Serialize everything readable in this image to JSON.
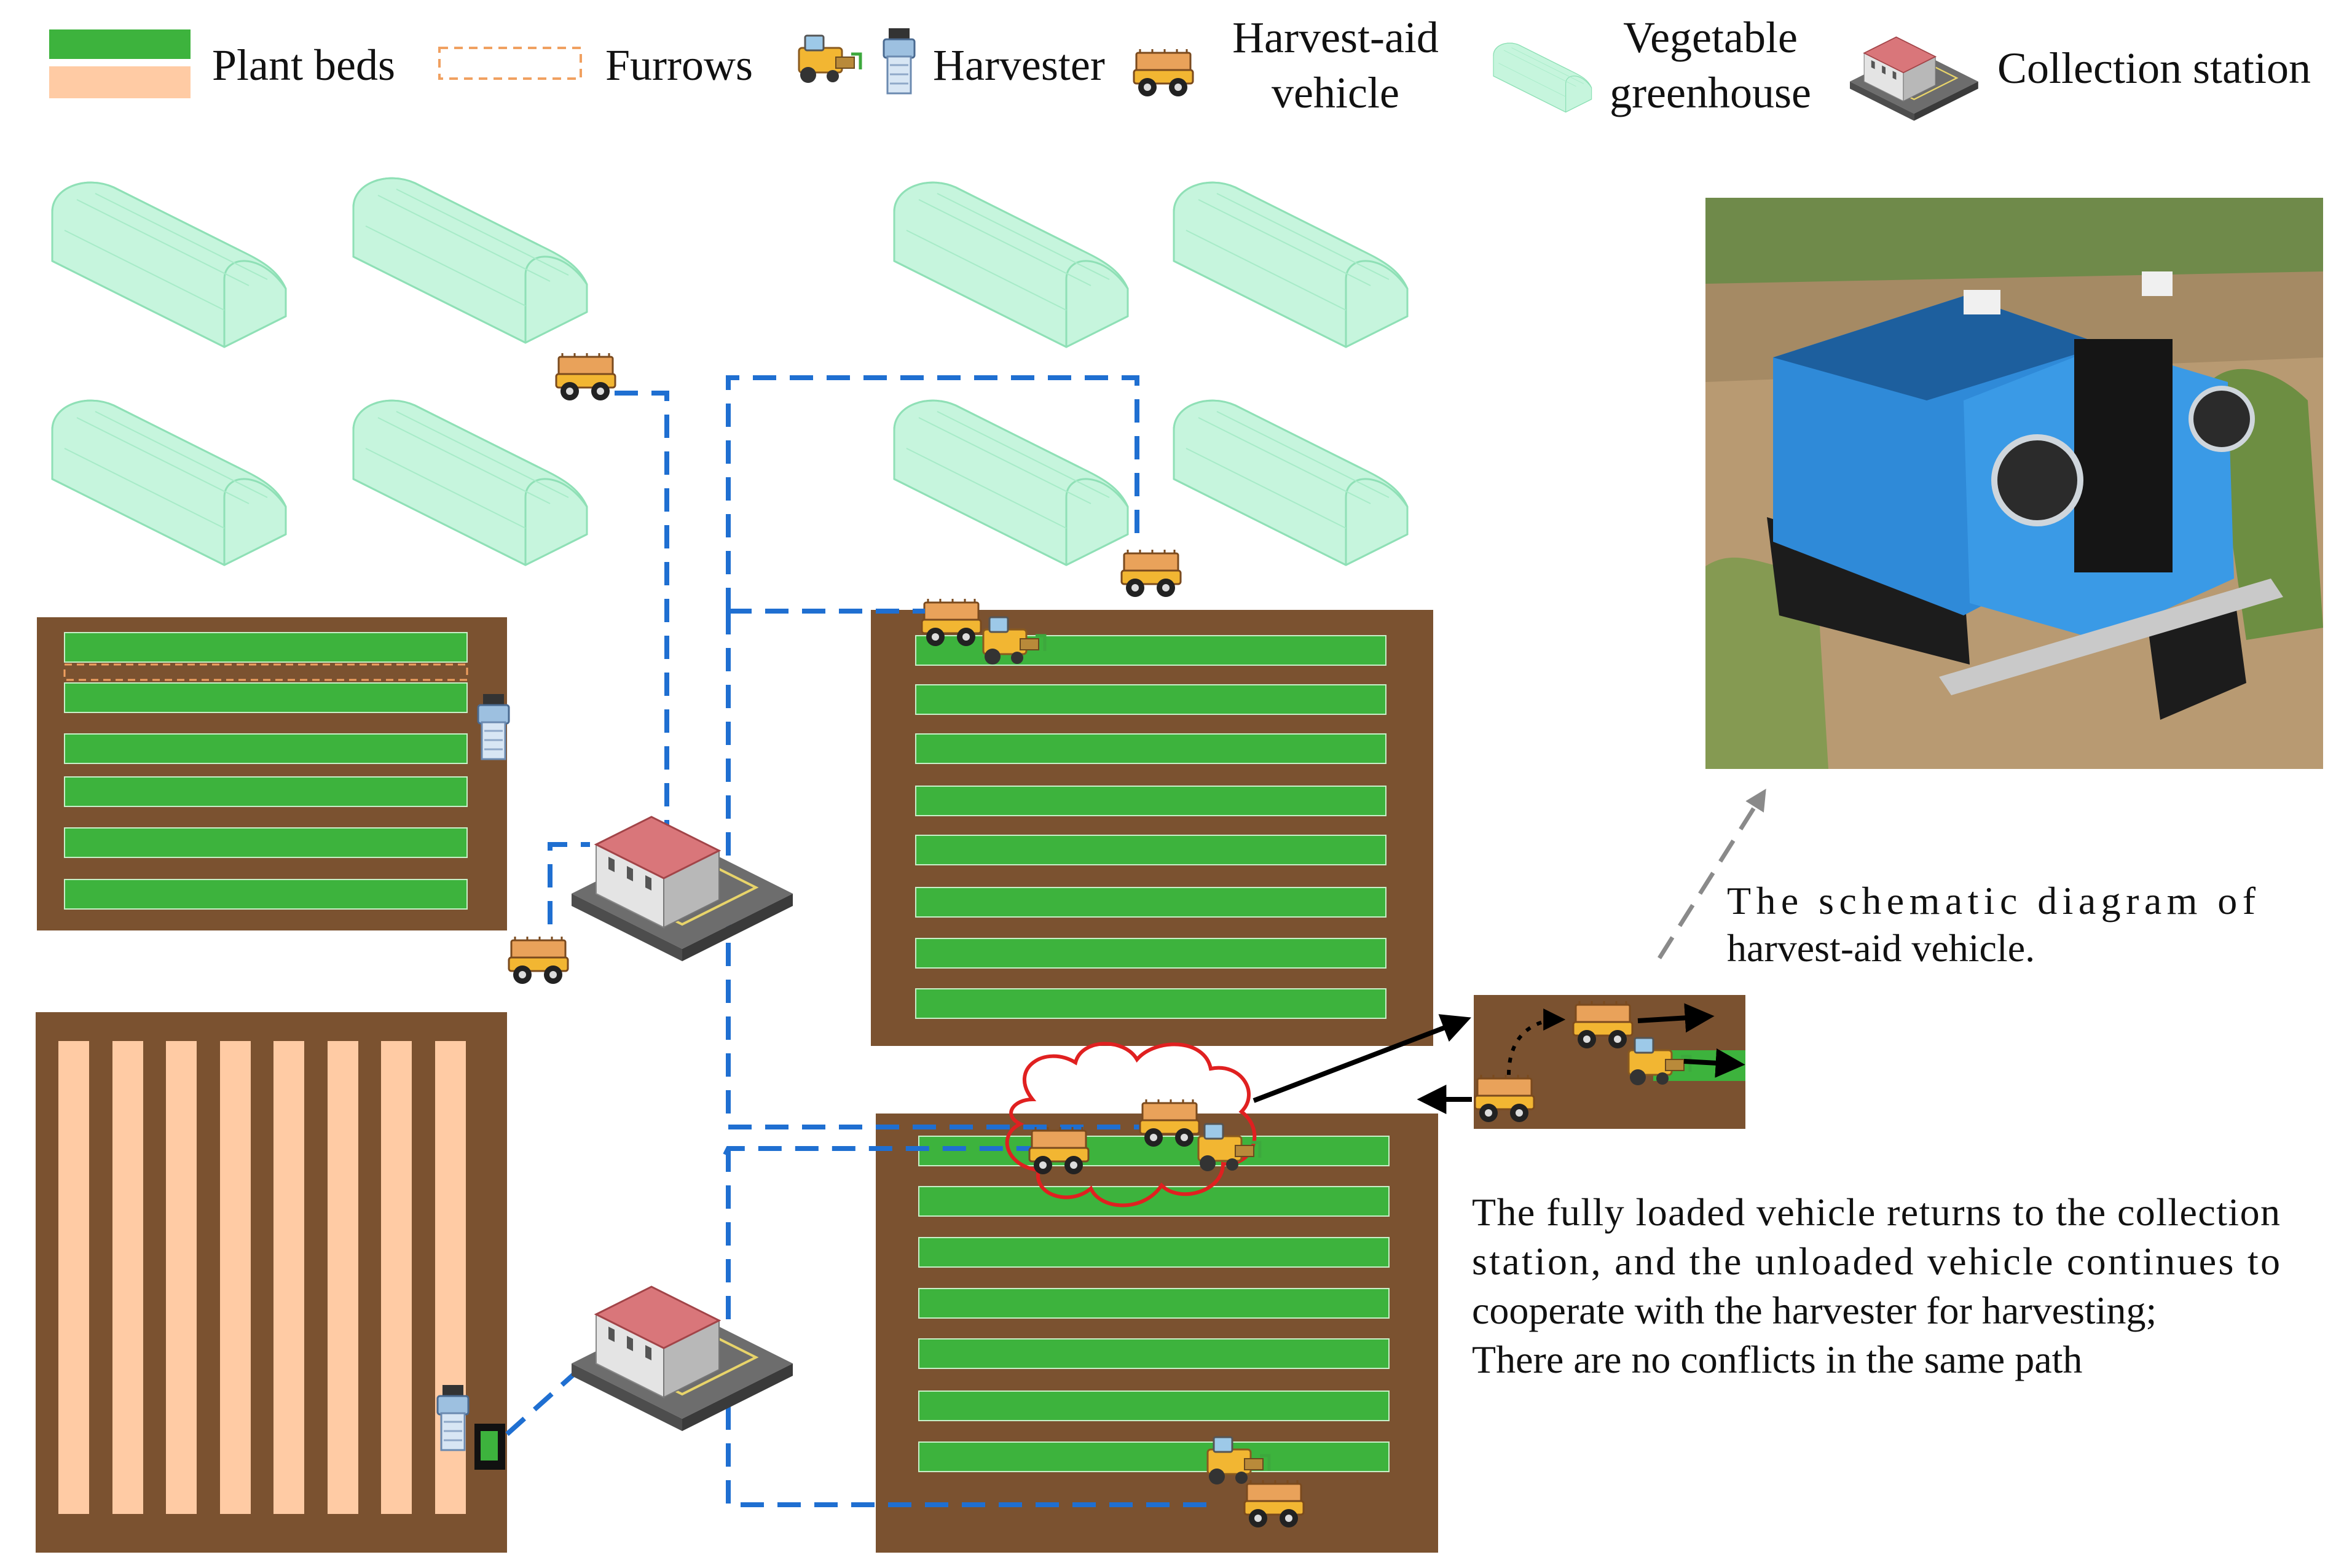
{
  "legend": {
    "plant_beds": "Plant beds",
    "furrows": "Furrows",
    "harvester": "Harvester",
    "harvest_aid_line1": "Harvest-aid",
    "harvest_aid_line2": "vehicle",
    "greenhouse_line1": "Vegetable",
    "greenhouse_line2": "greenhouse",
    "collection_station": "Collection station"
  },
  "colors": {
    "soil": "#7b5230",
    "plant_bed": "#3db33d",
    "furrow": "#ffcba4",
    "route": "#1f6fd1",
    "conflict": "#e02020",
    "greenhouse": "#b9f0d4",
    "vehicle_body": "#f2b632",
    "station_roof": "#d9767a"
  },
  "photo": {
    "caption_line1": "The schematic diagram of",
    "caption_line2": "harvest-aid vehicle."
  },
  "annotation": {
    "line1": "The fully loaded vehicle returns to the collection",
    "line2": "station, and the unloaded vehicle continues to",
    "line3": "cooperate with the harvester for harvesting;",
    "line4": "There are no conflicts in the same path"
  }
}
